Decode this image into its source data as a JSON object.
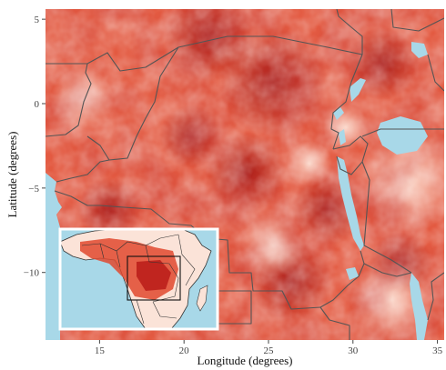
{
  "chart_data": {
    "type": "heatmap",
    "xlabel": "Longitude (degrees)",
    "ylabel": "Latitude (degrees)",
    "x_ticks": [
      15,
      20,
      25,
      30,
      35
    ],
    "y_ticks": [
      5,
      0,
      -5,
      -10
    ],
    "x_tick_labels": [
      "15",
      "20",
      "25",
      "30",
      "35"
    ],
    "y_tick_labels": [
      "5",
      "0",
      "−5",
      "−10"
    ],
    "xlim": [
      11.8,
      35.4
    ],
    "ylim": [
      -14.0,
      5.6
    ],
    "grid": false,
    "legend": "none",
    "colors": {
      "low": "#fde0d2",
      "mid": "#e8553e",
      "high": "#a50f0f",
      "water": "#a8d8e8",
      "borders": "#555555",
      "inset_frame": "#ffffff"
    },
    "inset": {
      "xlim": [
        -20,
        55
      ],
      "ylim": [
        -36,
        38
      ],
      "region": "Africa"
    }
  }
}
